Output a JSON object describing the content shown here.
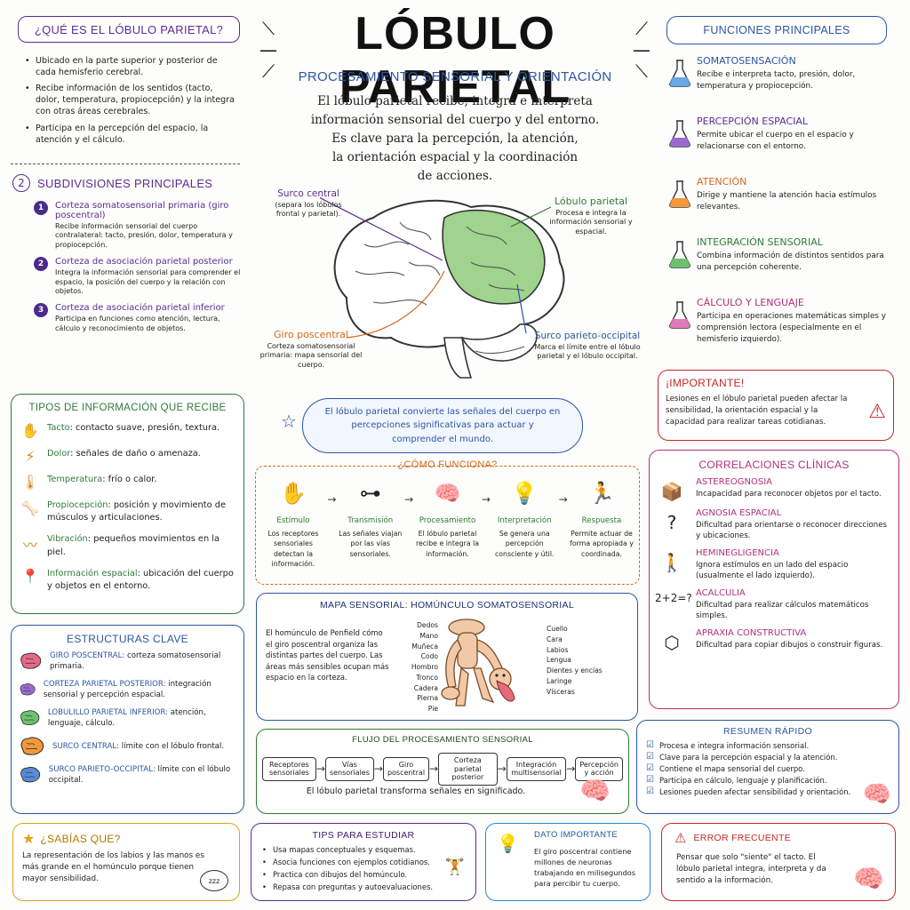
{
  "title": "LÓBULO PARIETAL",
  "subtitle": "PROCESAMIENTO SENSORIAL Y ORIENTACIÓN",
  "intro": [
    "El lóbulo parietal recibe, integra e interpreta",
    "información sensorial del cuerpo y del entorno.",
    "Es clave para la percepción, la atención,",
    "la orientación espacial y la coordinación",
    "de acciones."
  ],
  "que_es": {
    "title": "¿QUÉ ES EL LÓBULO PARIETAL?",
    "items": [
      "Ubicado en la parte superior y posterior de cada hemisferio cerebral.",
      "Recibe información de los sentidos (tacto, dolor, temperatura, propiocepción) y la integra con otras áreas cerebrales.",
      "Participa en la percepción del espacio, la atención y el cálculo."
    ]
  },
  "subdivisiones": {
    "badge": "2",
    "title": "SUBDIVISIONES PRINCIPALES",
    "items": [
      {
        "n": "1",
        "name": "Corteza somatosensorial primaria (giro poscentral)",
        "desc": "Recibe información sensorial del cuerpo contralateral: tacto, presión, dolor, temperatura y propiocepción."
      },
      {
        "n": "2",
        "name": "Corteza de asociación parietal posterior",
        "desc": "Integra la información sensorial para comprender el espacio, la posición del cuerpo y la relación con objetos."
      },
      {
        "n": "3",
        "name": "Corteza de asociación parietal inferior",
        "desc": "Participa en funciones como atención, lectura, cálculo y reconocimiento de objetos."
      }
    ]
  },
  "brain_labels": {
    "surco_central": "Surco central",
    "surco_central_desc": "(separa los lóbulos frontal y parietal).",
    "lobulo": "Lóbulo parietal",
    "lobulo_desc": "Procesa e integra la información sensorial y espacial.",
    "giro": "Giro poscentral",
    "giro_desc": "Corteza somatosensorial primaria: mapa sensorial del cuerpo.",
    "surco_po": "Surco parieto-occipital",
    "surco_po_desc": "Marca el límite entre el lóbulo parietal y el lóbulo occipital."
  },
  "funciones": {
    "title": "FUNCIONES PRINCIPALES",
    "items": [
      {
        "name": "SOMATOSENSACIÓN",
        "desc": "Recibe e interpreta tacto, presión, dolor, temperatura y propiocepción.",
        "color": "#2c56a0",
        "liquid": "#6aa8e8"
      },
      {
        "name": "PERCEPCIÓN ESPACIAL",
        "desc": "Permite ubicar el cuerpo en el espacio y relacionarse con el entorno.",
        "color": "#5b2d90",
        "liquid": "#9a6ad0"
      },
      {
        "name": "ATENCIÓN",
        "desc": "Dirige y mantiene la atención hacia estímulos relevantes.",
        "color": "#d2691e",
        "liquid": "#f29a3a"
      },
      {
        "name": "INTEGRACIÓN SENSORIAL",
        "desc": "Combina información de distintos sentidos para una percepción coherente.",
        "color": "#2f7a3a",
        "liquid": "#6cc26c"
      },
      {
        "name": "CÁLCULO Y LENGUAJE",
        "desc": "Participa en operaciones matemáticas simples y comprensión lectora (especialmente en el hemisferio izquierdo).",
        "color": "#b0307a",
        "liquid": "#e07ab8"
      }
    ]
  },
  "importante": {
    "title": "¡IMPORTANTE!",
    "text": "Lesiones en el lóbulo parietal pueden afectar la sensibilidad, la orientación espacial y la capacidad para realizar tareas cotidianas."
  },
  "tipos": {
    "title": "TIPOS DE INFORMACIÓN QUE RECIBE",
    "items": [
      {
        "icon": "✋",
        "name": "Tacto",
        "desc": ": contacto suave, presión, textura."
      },
      {
        "icon": "⚡",
        "name": "Dolor",
        "desc": ": señales de daño o amenaza."
      },
      {
        "icon": "🌡",
        "name": "Temperatura",
        "desc": ": frío o calor."
      },
      {
        "icon": "🦴",
        "name": "Propiocepción",
        "desc": ": posición y movimiento de músculos y articulaciones."
      },
      {
        "icon": "〰",
        "name": "Vibración",
        "desc": ": pequeños movimientos en la piel."
      },
      {
        "icon": "📍",
        "name": "Información espacial",
        "desc": ": ubicación del cuerpo y objetos en el entorno."
      }
    ]
  },
  "callout": "El lóbulo parietal convierte las señales del cuerpo en percepciones significativas para actuar y comprender el mundo.",
  "como": {
    "title": "¿CÓMO FUNCIONA?",
    "steps": [
      {
        "icon": "✋",
        "name": "Estímulo",
        "desc": "Los receptores sensoriales detectan la información."
      },
      {
        "icon": "⊶",
        "name": "Transmisión",
        "desc": "Las señales viajan por las vías sensoriales."
      },
      {
        "icon": "🧠",
        "name": "Procesamiento",
        "desc": "El lóbulo parietal recibe e integra la información."
      },
      {
        "icon": "💡",
        "name": "Interpretación",
        "desc": "Se genera una percepción consciente y útil."
      },
      {
        "icon": "🏃",
        "name": "Respuesta",
        "desc": "Permite actuar de forma apropiada y coordinada."
      }
    ]
  },
  "estructuras": {
    "title": "ESTRUCTURAS CLAVE",
    "items": [
      {
        "name": "GIRO POSCENTRAL:",
        "desc": " corteza somatosensorial primaria.",
        "color": "#e56a8a"
      },
      {
        "name": "CORTEZA PARIETAL POSTERIOR:",
        "desc": " integración sensorial y percepción espacial.",
        "color": "#9a6ad0"
      },
      {
        "name": "LOBULILLO PARIETAL INFERIOR:",
        "desc": " atención, lenguaje, cálculo.",
        "color": "#6cc26c"
      },
      {
        "name": "SURCO CENTRAL:",
        "desc": " límite con el lóbulo frontal.",
        "color": "#f29a3a"
      },
      {
        "name": "SURCO PARIETO-OCCIPITAL:",
        "desc": " límite con el lóbulo occipital.",
        "color": "#5a8ad8"
      }
    ]
  },
  "mapa": {
    "title": "MAPA SENSORIAL: HOMÚNCULO SOMATOSENSORIAL",
    "text": "El homúnculo de Penfield cómo el giro poscentral organiza las distintas partes del cuerpo. Las áreas más sensibles ocupan más espacio en la corteza.",
    "left": [
      "Dedos",
      "Mano",
      "Muñeca",
      "Codo",
      "Hombro",
      "Tronco",
      "Cadera",
      "Pierna",
      "Pie"
    ],
    "right": [
      "Cuello",
      "Cara",
      "Labios",
      "Lengua",
      "Dientes y encías",
      "Laringe",
      "Vísceras"
    ]
  },
  "correlaciones": {
    "title": "CORRELACIONES CLÍNICAS",
    "items": [
      {
        "icon": "📦",
        "name": "ASTEREOGNOSIA",
        "desc": "Incapacidad para reconocer objetos por el tacto."
      },
      {
        "icon": "?",
        "name": "AGNOSIA ESPACIAL",
        "desc": "Dificultad para orientarse o reconocer direcciones y ubicaciones."
      },
      {
        "icon": "🚶",
        "name": "HEMINEGLIGENCIA",
        "desc": "Ignora estímulos en un lado del espacio (usualmente el lado izquierdo)."
      },
      {
        "icon": "2+2=?",
        "name": "ACALCULIA",
        "desc": "Dificultad para realizar cálculos matemáticos simples."
      },
      {
        "icon": "⬡",
        "name": "APRAXIA CONSTRUCTIVA",
        "desc": "Dificultad para copiar dibujos o construir figuras."
      }
    ]
  },
  "flujo": {
    "title": "FLUJO DEL PROCESAMIENTO SENSORIAL",
    "steps": [
      "Receptores sensoriales",
      "Vías sensoriales",
      "Giro poscentral",
      "Corteza parietal posterior",
      "Integración multisensorial",
      "Percepción y acción"
    ],
    "caption": "El lóbulo parietal transforma señales en significado."
  },
  "resumen": {
    "title": "RESUMEN RÁPIDO",
    "items": [
      "Procesa e integra información sensorial.",
      "Clave para la percepción espacial y la atención.",
      "Contiene el mapa sensorial del cuerpo.",
      "Participa en cálculo, lenguaje y planificación.",
      "Lesiones pueden afectar sensibilidad y orientación."
    ]
  },
  "sabias": {
    "title": "¿SABÍAS QUE?",
    "text": "La representación de los labios y las manos es más grande en el homúnculo porque tienen mayor sensibilidad.",
    "zzz": "zzz"
  },
  "tips": {
    "title": "TIPS PARA ESTUDIAR",
    "items": [
      "Usa mapas conceptuales y esquemas.",
      "Asocia funciones con ejemplos cotidianos.",
      "Practica con dibujos del homúnculo.",
      "Repasa con preguntas y autoevaluaciones."
    ]
  },
  "dato": {
    "title": "DATO IMPORTANTE",
    "text": "El giro poscentral contiene millones de neuronas trabajando en milisegundos para percibir tu cuerpo."
  },
  "error": {
    "title": "ERROR FRECUENTE",
    "text": "Pensar que solo \"siente\" el tacto. El lóbulo parietal integra, interpreta y da sentido a la información."
  }
}
